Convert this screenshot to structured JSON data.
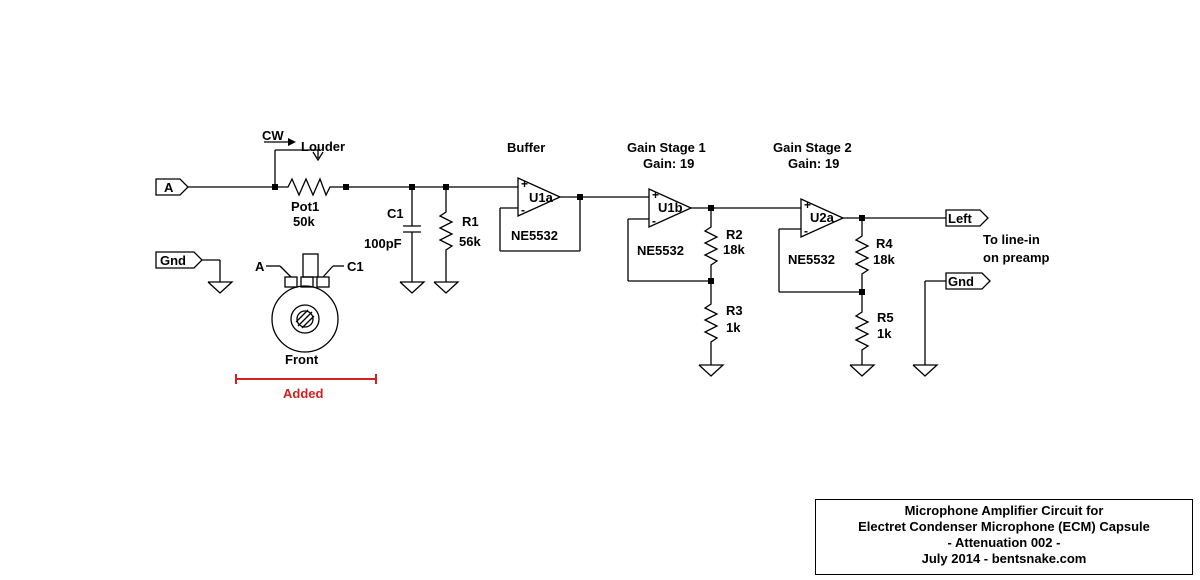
{
  "ports": {
    "input_a": "A",
    "gnd_left": "Gnd",
    "output_left": "Left",
    "gnd_right": "Gnd"
  },
  "pot": {
    "direction": "CW",
    "effect": "Louder",
    "ref": "Pot1",
    "value": "50k"
  },
  "pot_diagram": {
    "pin_a": "A",
    "pin_c1": "C1",
    "view": "Front"
  },
  "annotation": {
    "label": "Added",
    "color": "#d42020"
  },
  "components": {
    "c1": {
      "ref": "C1",
      "value": "100pF"
    },
    "r1": {
      "ref": "R1",
      "value": "56k"
    },
    "r2": {
      "ref": "R2",
      "value": "18k"
    },
    "r3": {
      "ref": "R3",
      "value": "1k"
    },
    "r4": {
      "ref": "R4",
      "value": "18k"
    },
    "r5": {
      "ref": "R5",
      "value": "1k"
    }
  },
  "opamps": {
    "u1a": {
      "ref": "U1a",
      "part": "NE5532"
    },
    "u1b": {
      "ref": "U1b",
      "part": "NE5532"
    },
    "u2a": {
      "ref": "U2a",
      "part": "NE5532"
    },
    "plus": "+",
    "minus": "-"
  },
  "stages": {
    "buffer": "Buffer",
    "gain1_title": "Gain Stage 1",
    "gain1_value": "Gain: 19",
    "gain2_title": "Gain Stage 2",
    "gain2_value": "Gain: 19"
  },
  "output_note": {
    "line1": "To line-in",
    "line2": "on preamp"
  },
  "title_block": {
    "line1": "Microphone Amplifier Circuit for",
    "line2": "Electret Condenser Microphone (ECM) Capsule",
    "line3": "- Attenuation 002 -",
    "line4": "July 2014 - bentsnake.com"
  }
}
